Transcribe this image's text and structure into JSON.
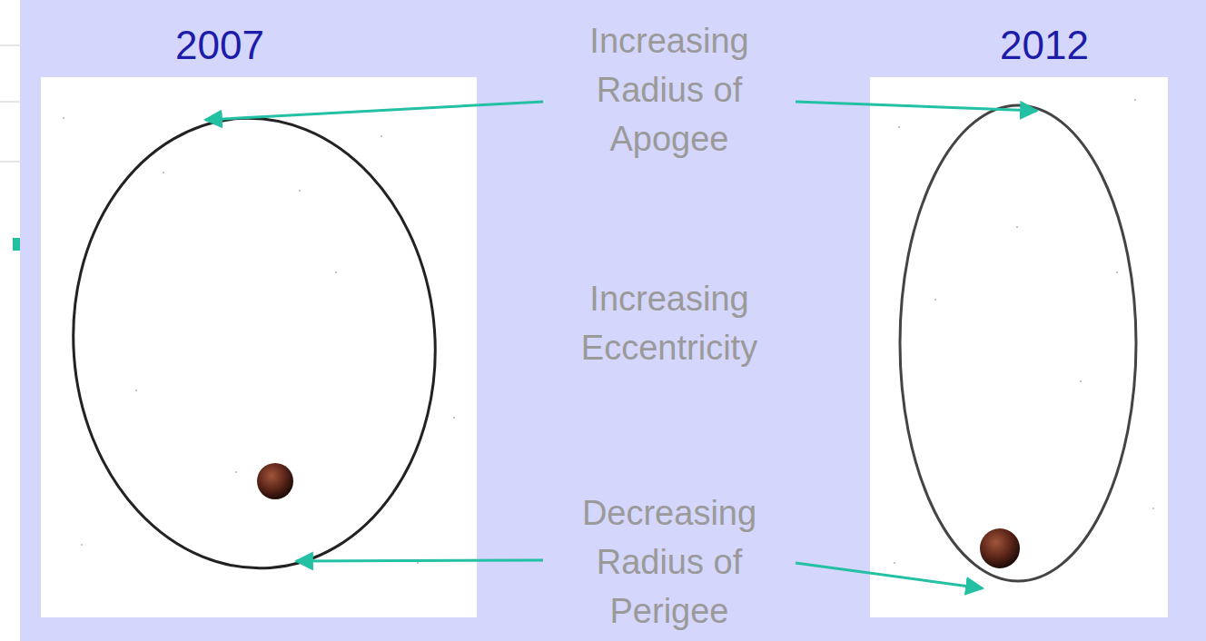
{
  "diagram": {
    "labels": [
      "2007",
      "2012",
      "Increasing Radius of Apogee",
      "Increasing Eccentricity",
      "Decreasing Radius of Perigee"
    ]
  }
}
